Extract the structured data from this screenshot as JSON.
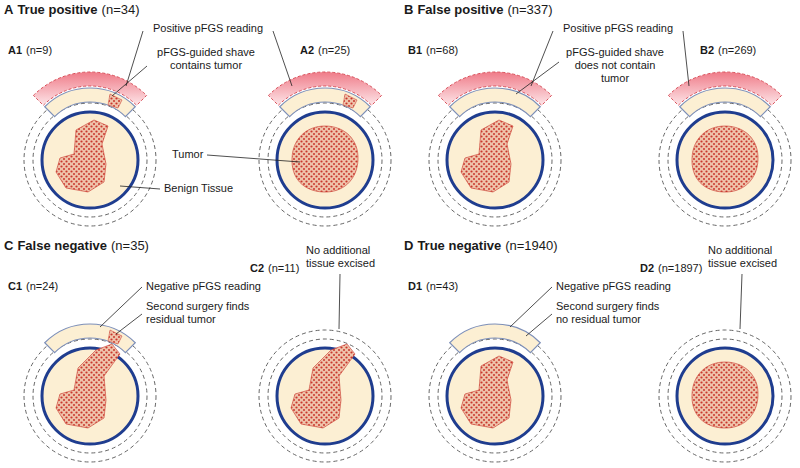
{
  "diagram": {
    "labels": [
      "A",
      "True positive",
      "(n=34)",
      "Positive pFGS reading",
      "A1",
      "(n=9)",
      "pFGS-guided shave contains tumor",
      "A2",
      "(n=25)",
      "Tumor",
      "Benign Tissue",
      "B",
      "False positive",
      "(n=337)",
      "Positive pFGS reading",
      "B1",
      "(n=68)",
      "pFGS-guided shave does not contain tumor",
      "B2",
      "(n=269)",
      "C",
      "False negative",
      "(n=35)",
      "C1",
      "(n=24)",
      "Negative pFGS reading",
      "Second surgery finds residual tumor",
      "C2",
      "(n=11)",
      "No additional tissue excised",
      "D",
      "True negative",
      "(n=1940)",
      "D1",
      "(n=43)",
      "Negative pFGS reading",
      "Second surgery finds no residual tumor",
      "D2",
      "(n=1897)",
      "No additional tissue excised"
    ]
  }
}
